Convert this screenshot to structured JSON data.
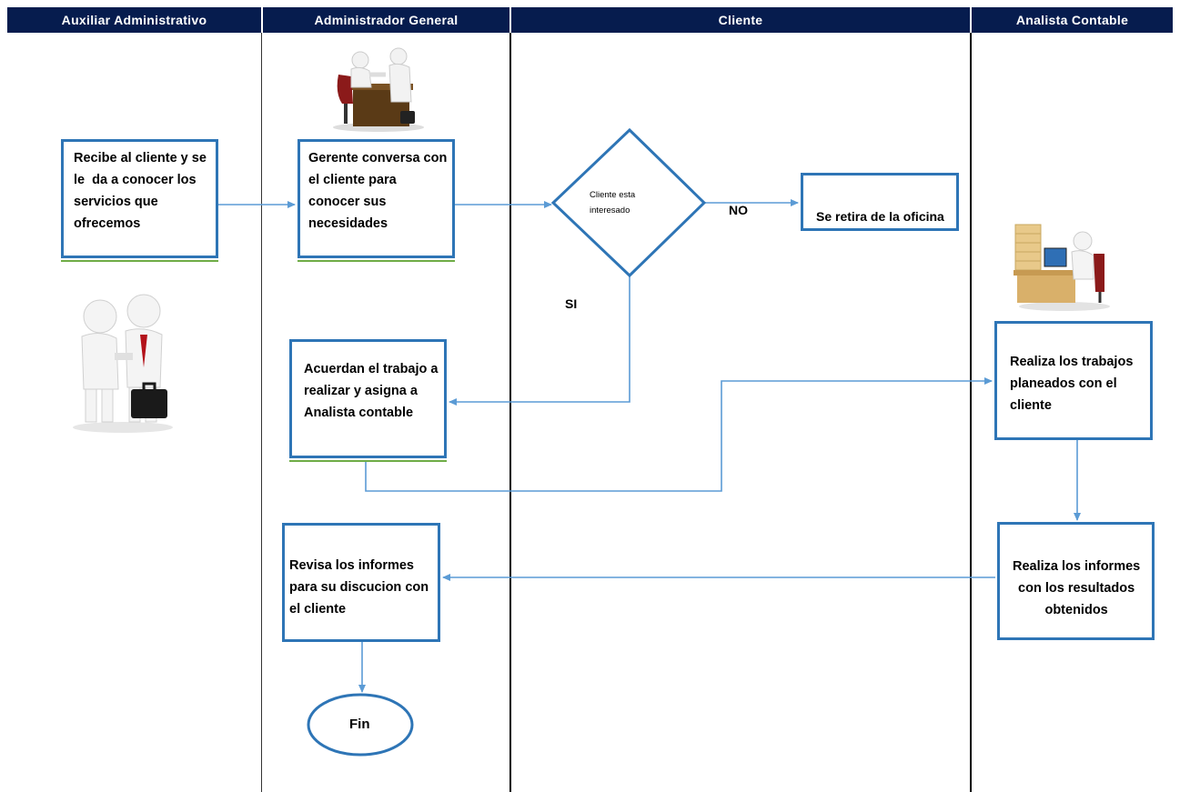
{
  "lanes": [
    {
      "title": "Auxiliar Administrativo"
    },
    {
      "title": "Administrador General"
    },
    {
      "title": "Cliente"
    },
    {
      "title": "Analista Contable"
    }
  ],
  "nodes": {
    "recibe": "Recibe al cliente y se\nle  da a conocer los\nservicios que\nofrecemos",
    "gerente": "Gerente conversa con\nel cliente para\nconocer sus\nnecesidades",
    "decision": "Cliente esta\ninteresado",
    "retira": "Se retira de la oficina",
    "acuerdan": "Acuerdan el trabajo a\nrealizar y asigna a\nAnalista contable",
    "realiza_trabajos": "Realiza los trabajos\nplaneados con el\ncliente",
    "realiza_informes": "Realiza los informes\ncon los resultados\nobtenidos",
    "revisa": "Revisa los informes\npara su discucion con\nel cliente",
    "fin": "Fin"
  },
  "branch_labels": {
    "no": "NO",
    "si": "SI"
  },
  "colors": {
    "header_bg": "#061c4e",
    "box_border": "#2e75b6",
    "arrow": "#5b9bd5",
    "accent_green": "#70ad47"
  },
  "illustrations": [
    "meeting-desk-figures",
    "handshake-figures",
    "accountant-desk-figure"
  ]
}
